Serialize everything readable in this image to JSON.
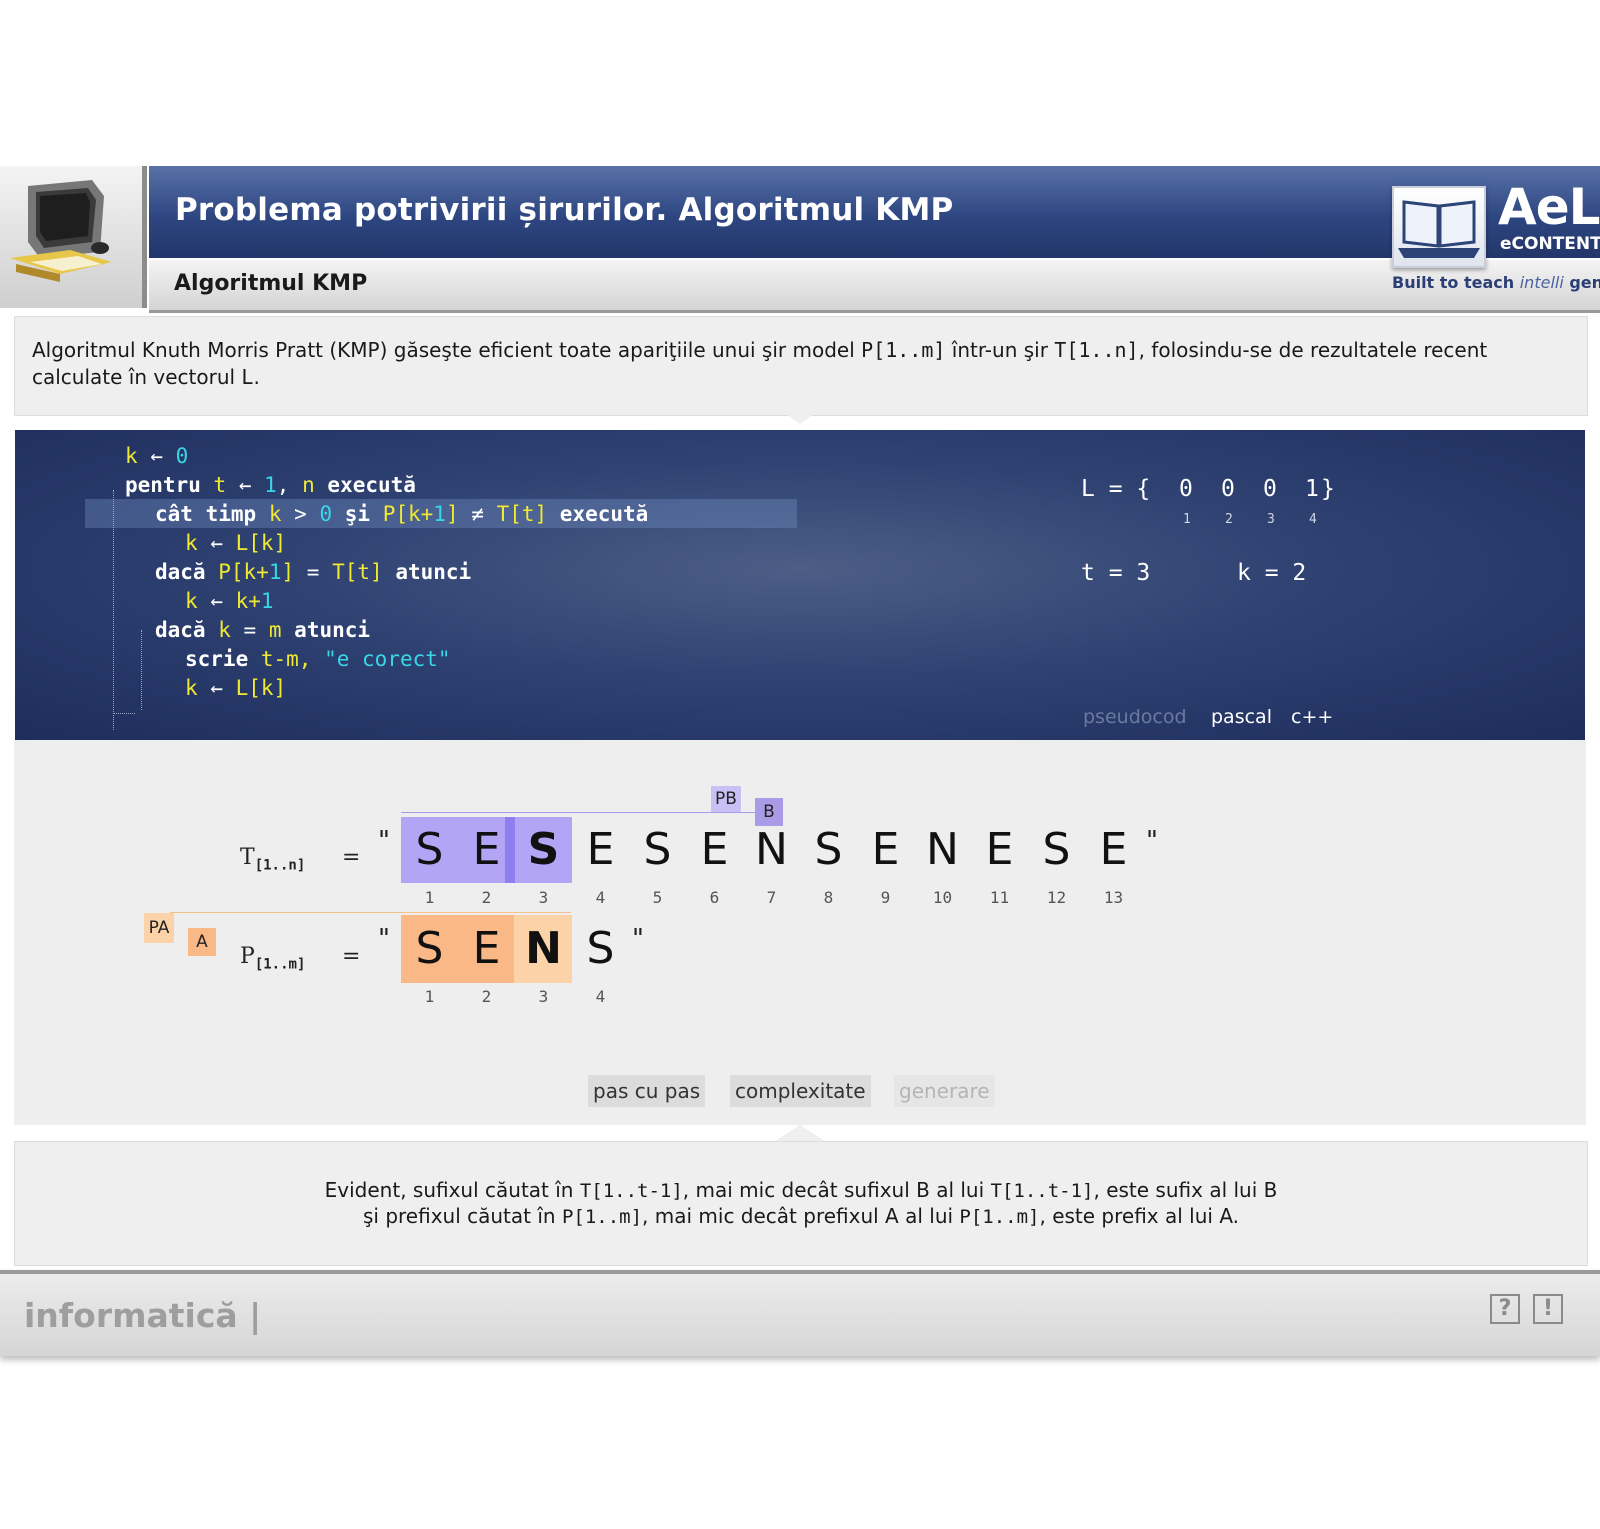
{
  "header": {
    "title": "Problema potrivirii șirurilor. Algoritmul KMP",
    "subtitle": "Algoritmul KMP",
    "brand": {
      "name": "AeL",
      "sub": "eCONTENT",
      "tagline_a": "Built to teach ",
      "tagline_b": "intelli",
      "tagline_c": " gently"
    }
  },
  "intro": {
    "p1": "Algoritmul Knuth Morris Pratt (KMP) găseşte eficient toate apariţiile unui şir model ",
    "code1": "P[1..m]",
    "p2": " într-un şir ",
    "code2": "T[1..n]",
    "p3": ", folosindu-se de rezultatele recent calculate în vectorul ",
    "code3": "L",
    "p4": "."
  },
  "code": {
    "tokens": {
      "k": "k",
      "t": "t",
      "n": "n",
      "m": "m",
      "arrow": "←",
      "zero": "0",
      "one": "1",
      "comma": ",",
      "pentru": "pentru",
      "executa": "execută",
      "cat_timp": "cât timp",
      "gt": ">",
      "si": "şi",
      "P_open": "P[k+",
      "P_close": "]",
      "neq": "≠",
      "Tt": "T[t]",
      "L_k": "L[k]",
      "daca": "dacă",
      "eq": "=",
      "atunci": "atunci",
      "k_plus": "k+",
      "scrie": "scrie",
      "t_minus_m": "t-m,",
      "msg": "\"e corect\""
    }
  },
  "state": {
    "L_label": "L = {",
    "L_values": [
      "0",
      "0",
      "0",
      "1"
    ],
    "L_close": "}",
    "L_indices": [
      "1",
      "2",
      "3",
      "4"
    ],
    "t_text": "t = 3",
    "k_text": "k = 2"
  },
  "languages": [
    "pseudocod",
    "pascal",
    "c++"
  ],
  "viz": {
    "T_label": "T",
    "T_sub": "[1..n]",
    "P_label": "P",
    "P_sub": "[1..m]",
    "eq": "=",
    "quote": "\"",
    "T_chars": [
      "S",
      "E",
      "S",
      "E",
      "S",
      "E",
      "N",
      "S",
      "E",
      "N",
      "E",
      "S",
      "E"
    ],
    "T_indices": [
      "1",
      "2",
      "3",
      "4",
      "5",
      "6",
      "7",
      "8",
      "9",
      "10",
      "11",
      "12",
      "13"
    ],
    "P_chars": [
      "S",
      "E",
      "N",
      "S"
    ],
    "P_indices": [
      "1",
      "2",
      "3",
      "4"
    ],
    "tag_PB": "PB",
    "tag_B": "B",
    "tag_PA": "PA",
    "tag_A": "A",
    "colors": {
      "T_highlight": "#b3a5f6",
      "T_strong": "#8e7ff0",
      "P_highlight": "#f9b885",
      "P_light": "#fcd3a8"
    }
  },
  "buttons": {
    "step": "pas cu pas",
    "complexity": "complexitate",
    "generate": "generare"
  },
  "explanation": {
    "l1a": "Evident, sufixul căutat în ",
    "l1b": "T[1..t-1]",
    "l1c": ", mai mic decât sufixul B al lui ",
    "l1d": "T[1..t-1]",
    "l1e": ", este sufix al lui B",
    "l2a": "şi prefixul căutat în ",
    "l2b": "P[1..m]",
    "l2c": ", mai mic decât prefixul A al lui ",
    "l2d": "P[1..m]",
    "l2e": ", este prefix al lui A."
  },
  "footer": {
    "subject": "informatică |",
    "help": "?",
    "info": "!"
  }
}
